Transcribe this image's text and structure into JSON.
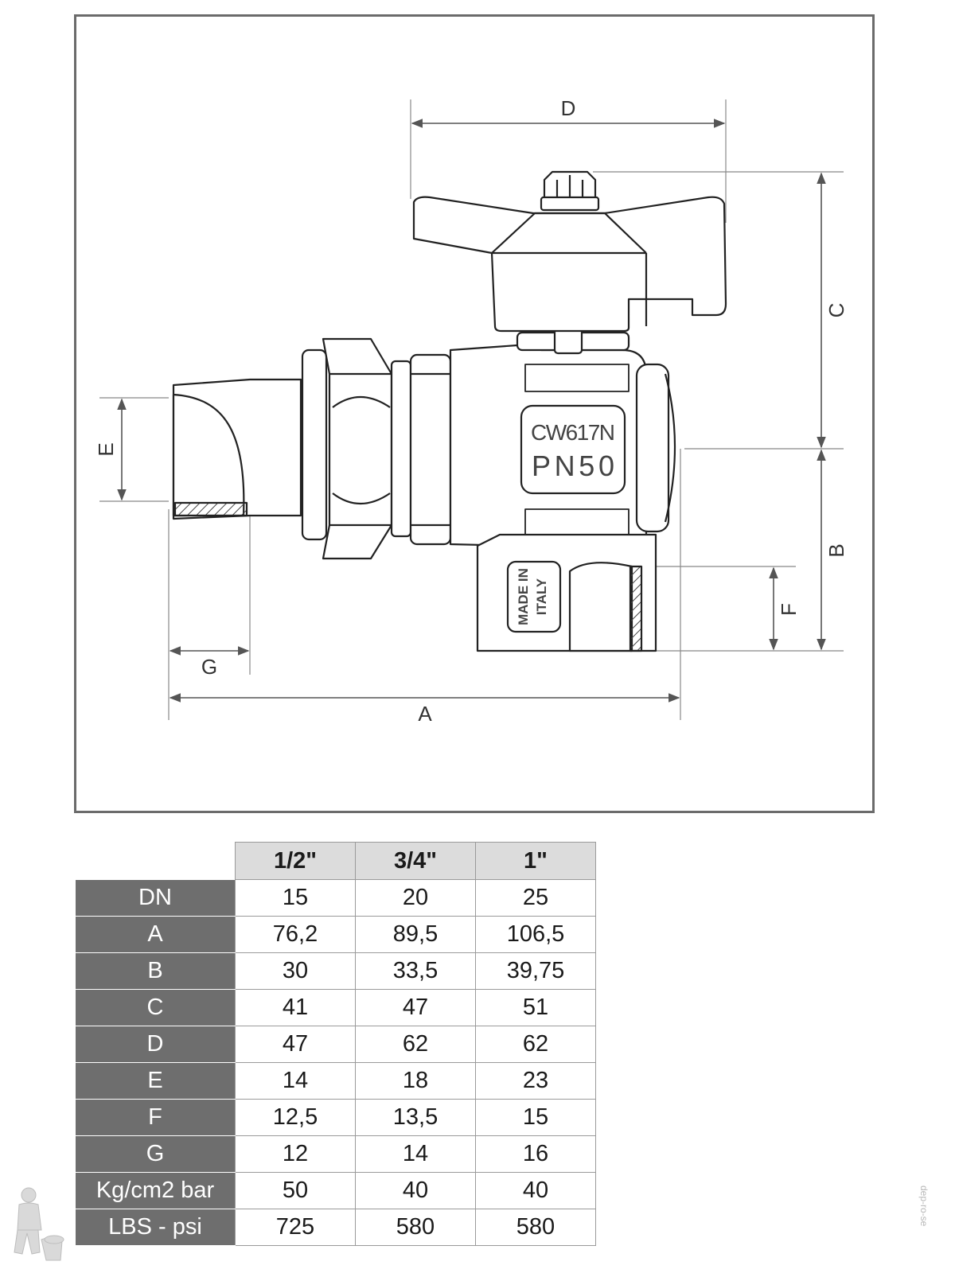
{
  "drawing": {
    "dimensions": [
      "A",
      "B",
      "C",
      "D",
      "E",
      "F",
      "G"
    ],
    "body_marking_1": "CW617N",
    "body_marking_2": "PN50",
    "stamp_line_1": "MADE IN",
    "stamp_line_2": "ITALY"
  },
  "table": {
    "sizes": [
      "1/2\"",
      "3/4\"",
      "1\""
    ],
    "rows": [
      {
        "label": "DN",
        "values": [
          "15",
          "20",
          "25"
        ]
      },
      {
        "label": "A",
        "values": [
          "76,2",
          "89,5",
          "106,5"
        ]
      },
      {
        "label": "B",
        "values": [
          "30",
          "33,5",
          "39,75"
        ]
      },
      {
        "label": "C",
        "values": [
          "41",
          "47",
          "51"
        ]
      },
      {
        "label": "D",
        "values": [
          "47",
          "62",
          "62"
        ]
      },
      {
        "label": "E",
        "values": [
          "14",
          "18",
          "23"
        ]
      },
      {
        "label": "F",
        "values": [
          "12,5",
          "13,5",
          "15"
        ]
      },
      {
        "label": "G",
        "values": [
          "12",
          "14",
          "16"
        ]
      },
      {
        "label": "Kg/cm2 bar",
        "values": [
          "50",
          "40",
          "40"
        ]
      },
      {
        "label": "LBS - psi",
        "values": [
          "725",
          "580",
          "580"
        ]
      }
    ]
  },
  "watermark": "dep-ro-se"
}
